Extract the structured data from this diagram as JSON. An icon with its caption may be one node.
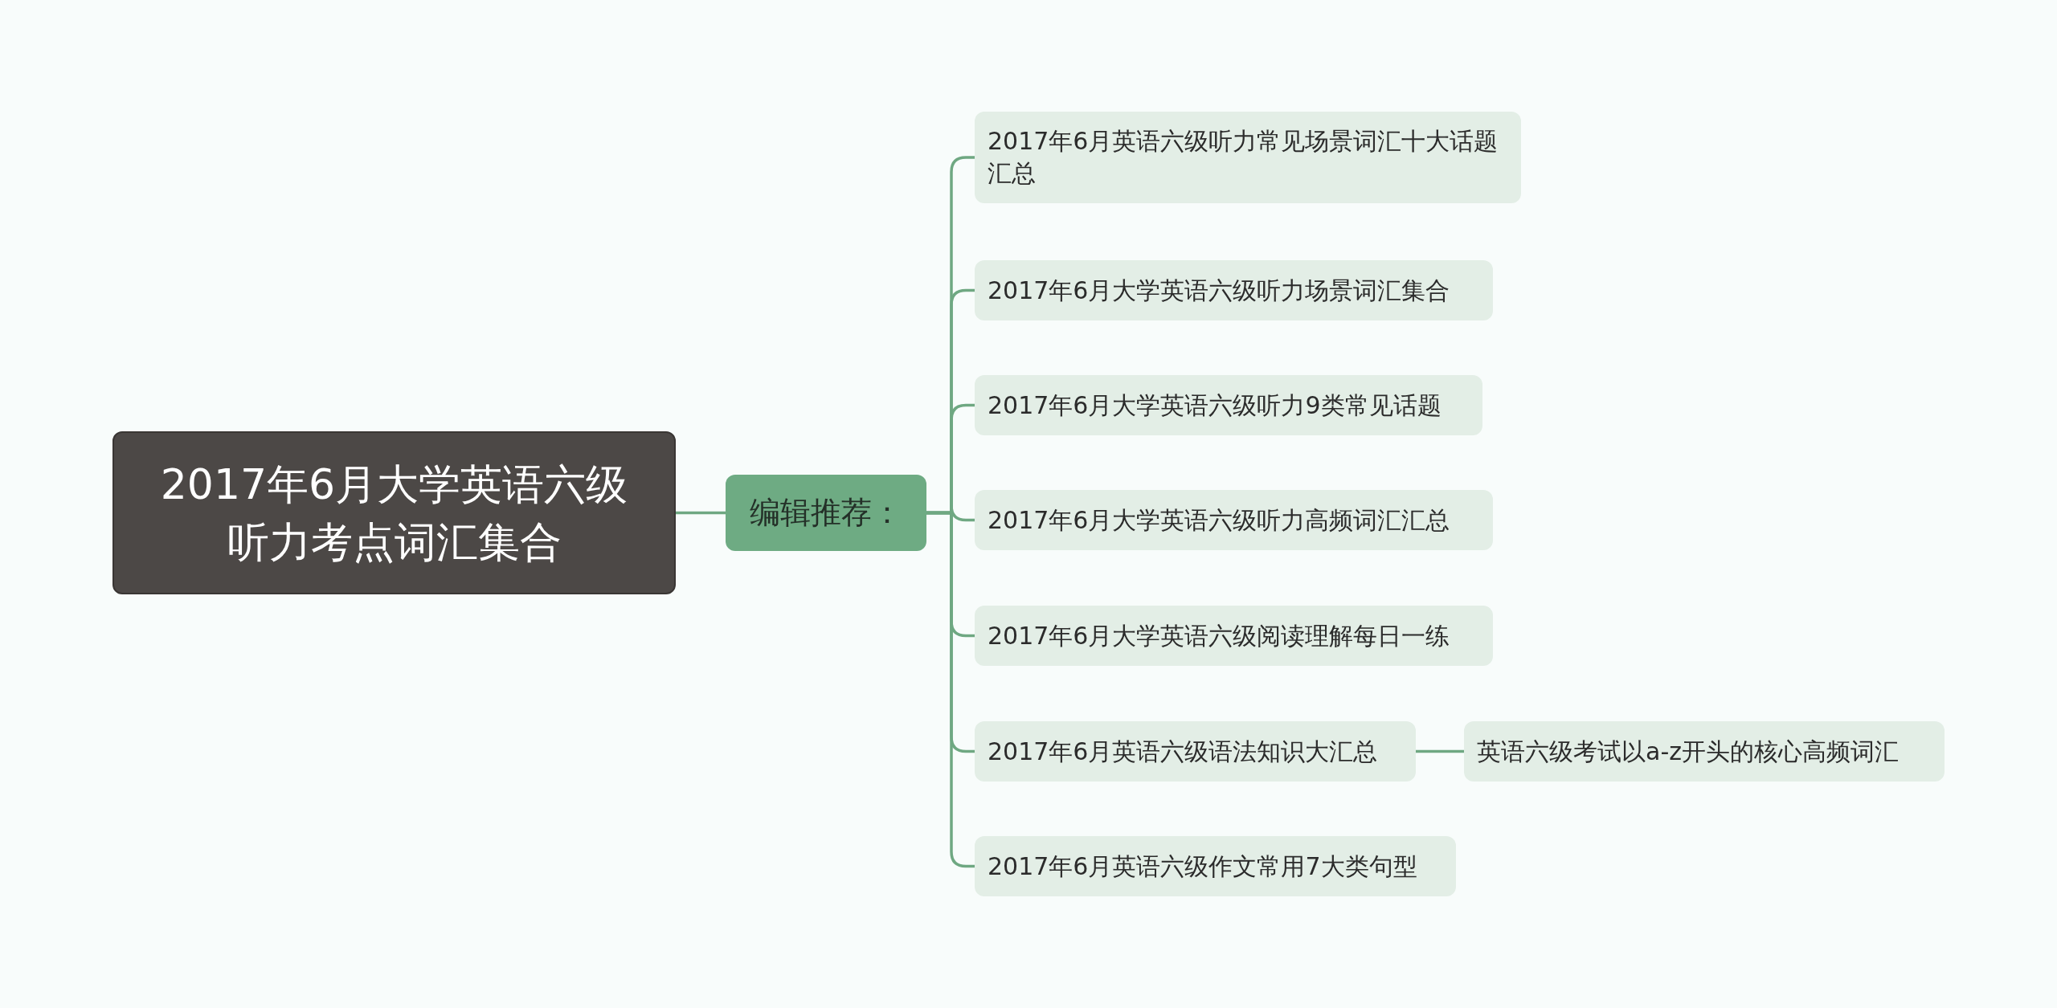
{
  "diagram": {
    "nodes": [
      {
        "text": [
          "2017年6月大学英语六级听力考点词汇集合"
        ]
      },
      {
        "text": [
          "编辑推荐："
        ]
      },
      {
        "text": [
          "2017年6月英语六级听力常见场景词汇十大话题汇总"
        ]
      },
      {
        "text": [
          "2017年6月大学英语六级听力场景词汇集合"
        ]
      },
      {
        "text": [
          "2017年6月大学英语六级听力9类常见话题"
        ]
      },
      {
        "text": [
          "2017年6月大学英语六级听力高频词汇汇总"
        ]
      },
      {
        "text": [
          "2017年6月大学英语六级阅读理解每日一练"
        ]
      },
      {
        "text": [
          "2017年6月英语六级语法知识大汇总"
        ]
      },
      {
        "text": [
          "2017年6月英语六级作文常用7大类句型"
        ]
      },
      {
        "text": [
          "英语六级考试以a-z开头的核心高频词汇"
        ]
      }
    ],
    "edges": [
      {
        "from": 0,
        "to": 1,
        "arrow": "none"
      },
      {
        "from": 1,
        "to": 2,
        "arrow": "none"
      },
      {
        "from": 1,
        "to": 3,
        "arrow": "none"
      },
      {
        "from": 1,
        "to": 4,
        "arrow": "none"
      },
      {
        "from": 1,
        "to": 5,
        "arrow": "none"
      },
      {
        "from": 1,
        "to": 6,
        "arrow": "none"
      },
      {
        "from": 1,
        "to": 7,
        "arrow": "none"
      },
      {
        "from": 1,
        "to": 8,
        "arrow": "none"
      },
      {
        "from": 7,
        "to": 9,
        "arrow": "none"
      }
    ]
  }
}
